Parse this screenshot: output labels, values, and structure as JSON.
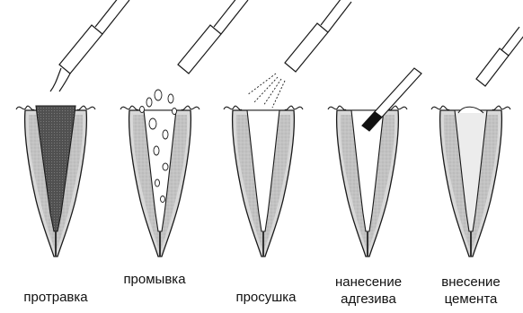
{
  "steps": [
    {
      "id": "etching",
      "label": "протравка"
    },
    {
      "id": "rinsing",
      "label": "промывка"
    },
    {
      "id": "drying",
      "label": "просушка"
    },
    {
      "id": "adhesive",
      "label_line1": "нанесение",
      "label_line2": "адгезива"
    },
    {
      "id": "cement",
      "label_line1": "внесение",
      "label_line2": "цемента"
    }
  ],
  "colors": {
    "outline": "#1a1a1a",
    "dentin": "#d6d6d6",
    "etchant": "#5a5a5a",
    "adhesive": "#111111",
    "white": "#ffffff"
  }
}
